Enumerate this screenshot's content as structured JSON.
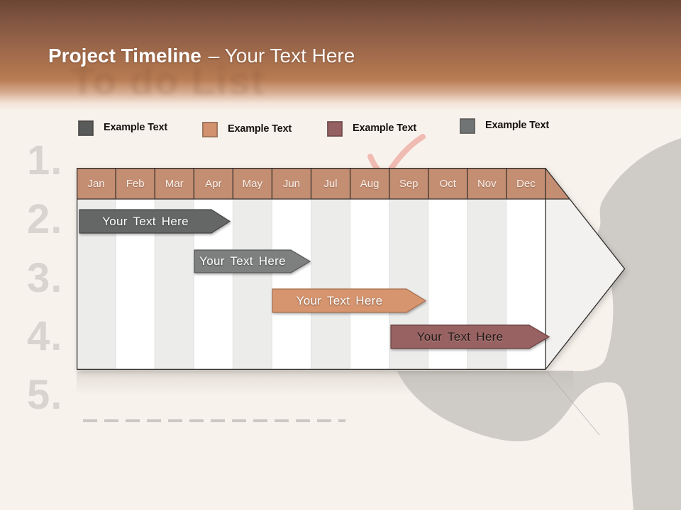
{
  "header": {
    "title_bold": "Project Timeline",
    "title_light": "– Your Text Here",
    "ghost_text": "To do List"
  },
  "legend": {
    "items": [
      {
        "label": "Example Text",
        "swatch_color": "#595a5a"
      },
      {
        "label": "Example Text",
        "swatch_color": "#d2916f"
      },
      {
        "label": "Example Text",
        "swatch_color": "#956062"
      },
      {
        "label": "Example Text",
        "swatch_color": "#717474"
      }
    ]
  },
  "background_list": {
    "numbers": [
      "1.",
      "2.",
      "3.",
      "4.",
      "5."
    ]
  },
  "timeline": {
    "months": [
      "Jan",
      "Feb",
      "Mar",
      "Apr",
      "May",
      "Jun",
      "Jul",
      "Aug",
      "Sep",
      "Oct",
      "Nov",
      "Dec"
    ],
    "bars": [
      {
        "label": "Your Text Here",
        "color": "#656767",
        "text_color": "#ffffff",
        "start_month": "Jan",
        "end_month": "Apr"
      },
      {
        "label": "Your Text Here",
        "color": "#7e8080",
        "text_color": "#ffffff",
        "start_month": "Apr",
        "end_month": "Jun"
      },
      {
        "label": "Your Text Here",
        "color": "#d6956f",
        "text_color": "#ffffff",
        "start_month": "Jun",
        "end_month": "Sep"
      },
      {
        "label": "Your Text Here",
        "color": "#976261",
        "text_color": "#241818",
        "start_month": "Sep",
        "end_month": "Dec"
      }
    ],
    "header_color": "#c48e73"
  }
}
